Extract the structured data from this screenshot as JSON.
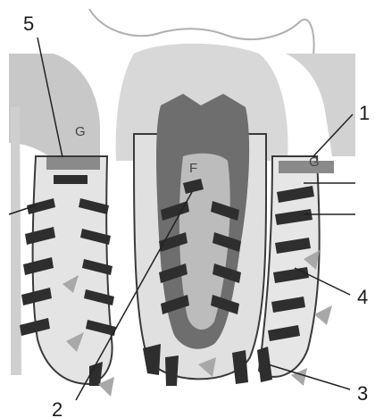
{
  "labels": {
    "l1": "1",
    "l2": "2",
    "l3": "3",
    "l4": "4",
    "l5": "5",
    "g_left": "G",
    "g_right": "G",
    "f": "F"
  },
  "colors": {
    "background": "#ffffff",
    "gum": "#c8c8c8",
    "crown": "#dadada",
    "pulp": "#6e6e6e",
    "root": "#e2e2e2",
    "fiber": "#2e2e2e",
    "bone_fragment": "#a8a8a8",
    "leader_line": "#222222",
    "text": "#1a1a1a"
  }
}
